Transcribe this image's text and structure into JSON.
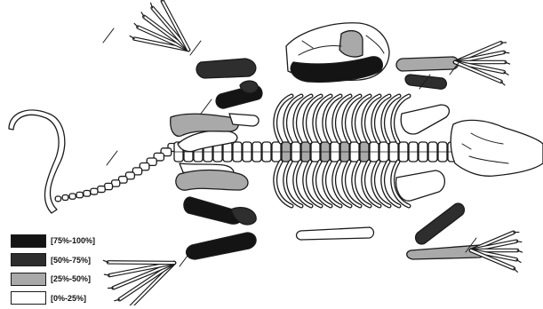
{
  "colors": {
    "q1": "#141414",
    "q2": "#2e2e2e",
    "q3": "#a9a9a9",
    "q4": "#ffffff",
    "outline": "#1a1a1a"
  },
  "legend": {
    "items": [
      {
        "label": "[75%-100%]",
        "color": "#141414"
      },
      {
        "label": "[50%-75%]",
        "color": "#2e2e2e"
      },
      {
        "label": "[25%-50%]",
        "color": "#a9a9a9"
      },
      {
        "label": "[0%-25%]",
        "color": "#ffffff"
      }
    ]
  }
}
